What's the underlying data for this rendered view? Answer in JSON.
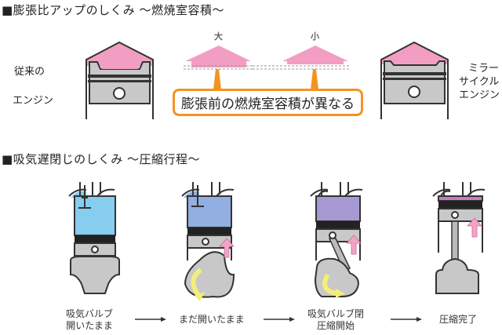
{
  "section1": {
    "title": "■膨張比アップのしくみ ～燃焼室容積～",
    "left_label_line1": "従来の",
    "left_label_line2": "エンジン",
    "right_label_line1": "ミラー",
    "right_label_line2": "サイクル",
    "right_label_line3": "エンジン",
    "large_mark": "大",
    "small_mark": "小",
    "callout": "膨張前の燃焼室容積が異なる"
  },
  "section2": {
    "title": "■吸気遅閉じのしくみ ～圧縮行程～",
    "steps": [
      {
        "line1": "吸気バルブ",
        "line2": "開いたまま"
      },
      {
        "line1": "まだ開いたまま",
        "line2": ""
      },
      {
        "line1": "吸気バルブ閉",
        "line2": "圧縮開始"
      },
      {
        "line1": "圧縮完了",
        "line2": ""
      }
    ]
  },
  "colors": {
    "combustion_pink": "#f19ec2",
    "callout_orange": "#f29422",
    "intake_blue": "#86cdf0",
    "mixed_blue": "#93aee0",
    "compress_purple": "#a79ad3",
    "compressed_magenta": "#c87bc6",
    "metal_gray": "#c8c8c8",
    "arrow_pink": "#f3a3c8",
    "rotate_yellow": "#f3ee7a"
  }
}
